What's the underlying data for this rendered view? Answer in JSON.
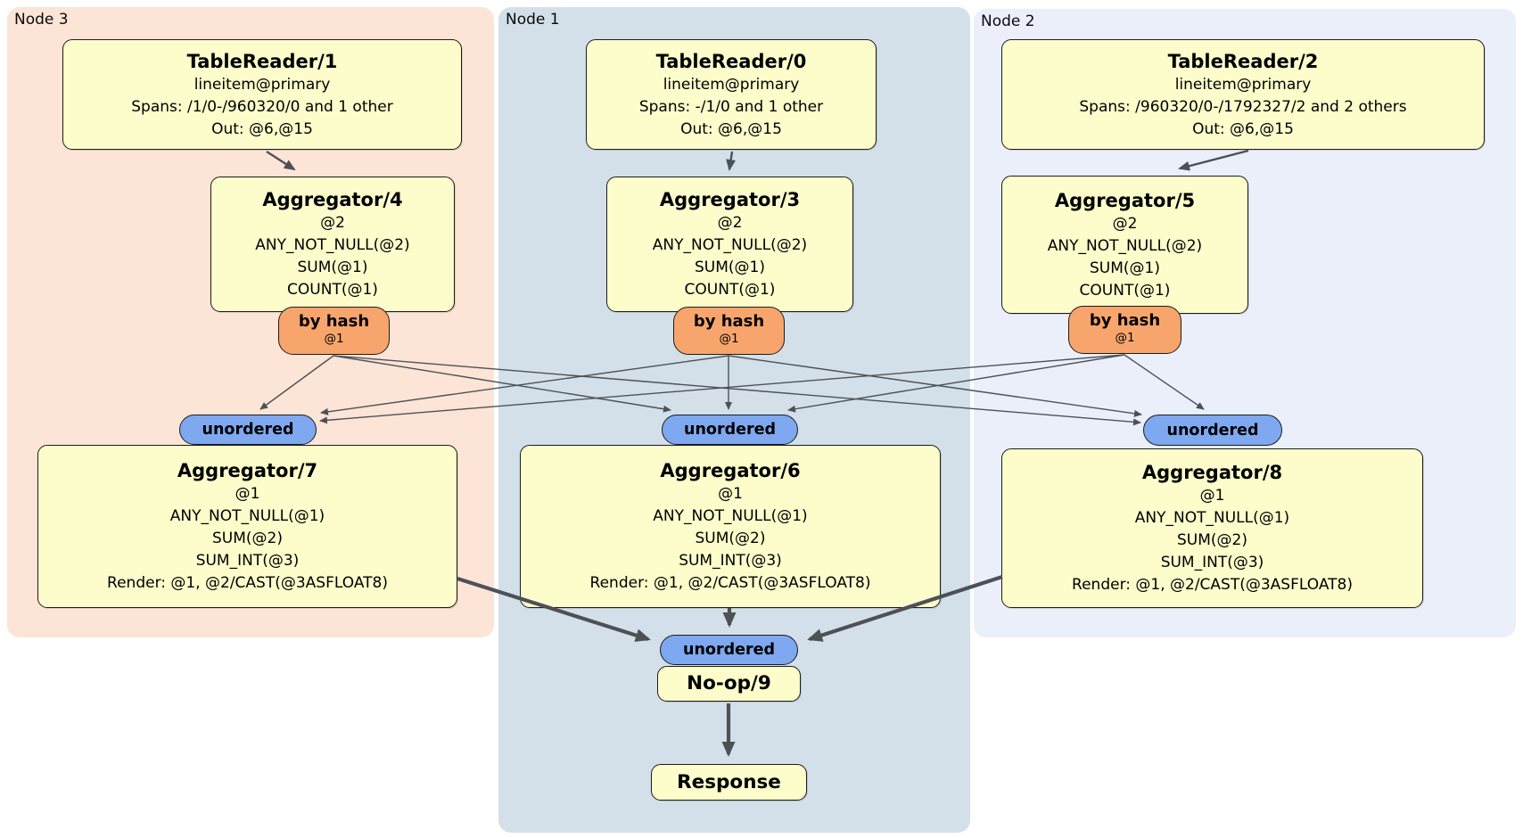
{
  "regions": {
    "node3": {
      "label": "Node 3"
    },
    "node1": {
      "label": "Node 1"
    },
    "node2": {
      "label": "Node 2"
    }
  },
  "processors": {
    "tr1": {
      "title": "TableReader/1",
      "lines": [
        "lineitem@primary",
        "Spans: /1/0-/960320/0 and 1 other",
        "Out: @6,@15"
      ]
    },
    "tr0": {
      "title": "TableReader/0",
      "lines": [
        "lineitem@primary",
        "Spans: -/1/0 and 1 other",
        "Out: @6,@15"
      ]
    },
    "tr2": {
      "title": "TableReader/2",
      "lines": [
        "lineitem@primary",
        "Spans: /960320/0-/1792327/2 and 2 others",
        "Out: @6,@15"
      ]
    },
    "ag4": {
      "title": "Aggregator/4",
      "lines": [
        "@2",
        "ANY_NOT_NULL(@2)",
        "SUM(@1)",
        "COUNT(@1)"
      ]
    },
    "ag3": {
      "title": "Aggregator/3",
      "lines": [
        "@2",
        "ANY_NOT_NULL(@2)",
        "SUM(@1)",
        "COUNT(@1)"
      ]
    },
    "ag5": {
      "title": "Aggregator/5",
      "lines": [
        "@2",
        "ANY_NOT_NULL(@2)",
        "SUM(@1)",
        "COUNT(@1)"
      ]
    },
    "ag7": {
      "title": "Aggregator/7",
      "lines": [
        "@1",
        "ANY_NOT_NULL(@1)",
        "SUM(@2)",
        "SUM_INT(@3)",
        "Render: @1, @2/CAST(@3ASFLOAT8)"
      ]
    },
    "ag6": {
      "title": "Aggregator/6",
      "lines": [
        "@1",
        "ANY_NOT_NULL(@1)",
        "SUM(@2)",
        "SUM_INT(@3)",
        "Render: @1, @2/CAST(@3ASFLOAT8)"
      ]
    },
    "ag8": {
      "title": "Aggregator/8",
      "lines": [
        "@1",
        "ANY_NOT_NULL(@1)",
        "SUM(@2)",
        "SUM_INT(@3)",
        "Render: @1, @2/CAST(@3ASFLOAT8)"
      ]
    },
    "noop": {
      "title": "No-op/9"
    },
    "response": {
      "title": "Response"
    }
  },
  "router": {
    "label": "by hash",
    "sub": "@1"
  },
  "sync": {
    "label": "unordered"
  },
  "colors": {
    "node3_bg": "#fce4d6",
    "node1_bg": "#d3e0e9",
    "node2_bg": "#eaeffa",
    "processor_bg": "#fcfdcb",
    "router_bg": "#f7a56c",
    "sync_bg": "#7ea8f0",
    "edge": "#4d5156"
  }
}
